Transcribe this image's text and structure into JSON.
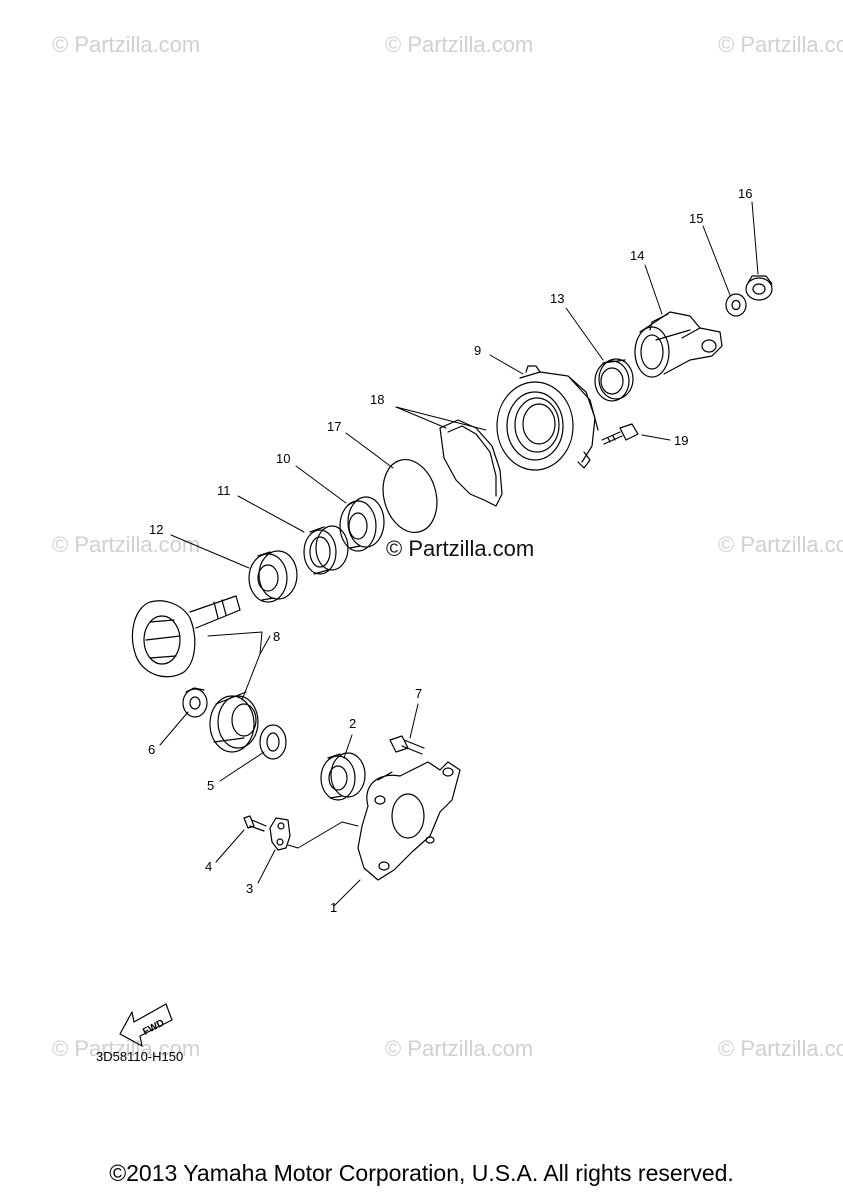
{
  "watermark": "© Partzilla.com",
  "center_watermark": "© Partzilla.com",
  "diagram_code": "3D58110-H150",
  "fwd_label": "FWD",
  "copyright": "©2013 Yamaha Motor Corporation, U.S.A. All rights reserved.",
  "callouts": {
    "c1": "1",
    "c2": "2",
    "c3": "3",
    "c4": "4",
    "c5": "5",
    "c6": "6",
    "c7": "7",
    "c8": "8",
    "c9": "9",
    "c10": "10",
    "c11": "11",
    "c12": "12",
    "c13": "13",
    "c14": "14",
    "c15": "15",
    "c16": "16",
    "c17": "17",
    "c18": "18",
    "c19": "19"
  }
}
